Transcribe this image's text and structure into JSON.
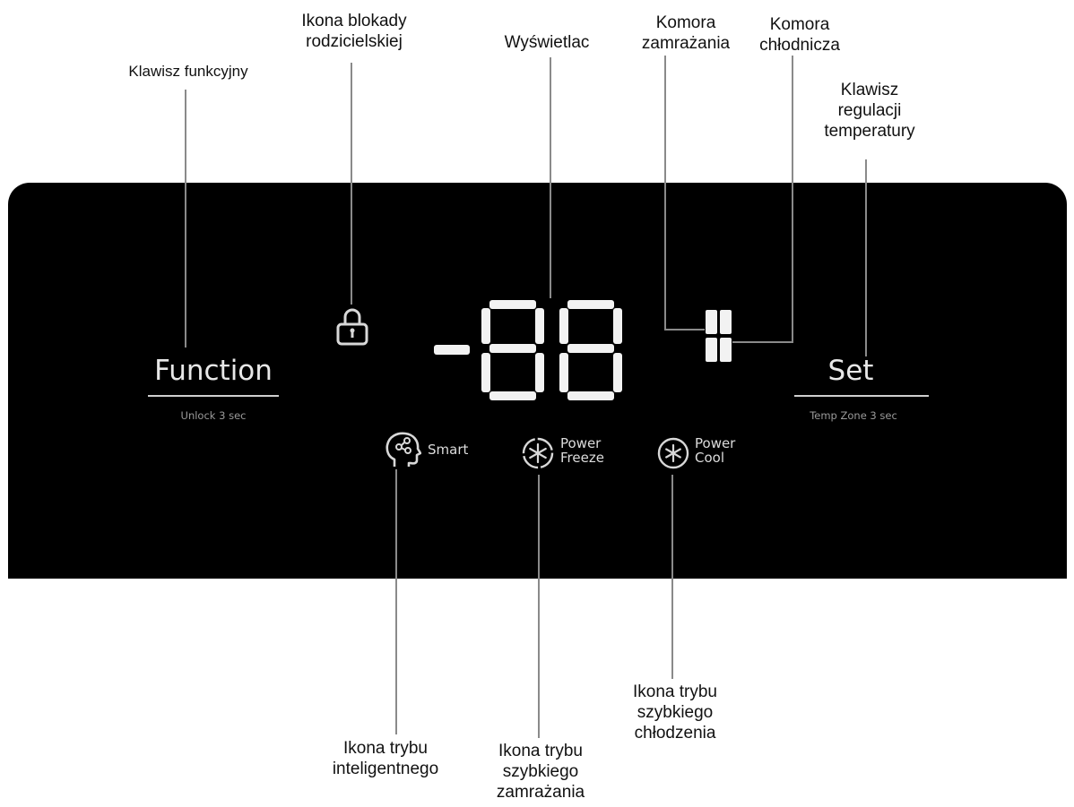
{
  "callouts": {
    "function_key": "Klawisz funkcyjny",
    "child_lock_icon": [
      "Ikona blokady",
      "rodzicielskiej"
    ],
    "display": "Wyświetlac",
    "freezer_compartment": [
      "Komora",
      "zamrażania"
    ],
    "fridge_compartment": [
      "Komora",
      "chłodnicza"
    ],
    "temp_key": [
      "Klawisz",
      "regulacji",
      "temperatury"
    ],
    "smart_icon": [
      "Ikona trybu",
      "inteligentnego"
    ],
    "power_freeze_icon": [
      "Ikona trybu",
      "szybkiego",
      "zamrażania"
    ],
    "power_cool_icon": [
      "Ikona trybu",
      "szybkiego",
      "chłodzenia"
    ]
  },
  "panel": {
    "function_label": "Function",
    "function_hint": "Unlock 3 sec",
    "set_label": "Set",
    "set_hint": "Temp Zone 3 sec",
    "smart_label": "Smart",
    "power_freeze_label": [
      "Power",
      "Freeze"
    ],
    "power_cool_label": [
      "Power",
      "Cool"
    ],
    "display_value": "-88"
  },
  "icons": [
    "padlock-icon",
    "smart-head-icon",
    "snowflake-icon",
    "asterisk-icon",
    "compartment-grid-icon"
  ]
}
